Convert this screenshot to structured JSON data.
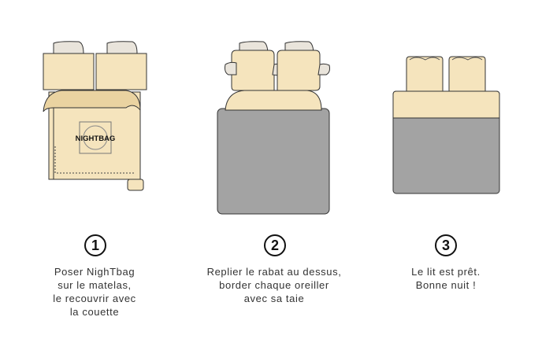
{
  "colors": {
    "cream": "#f5e4bd",
    "cream_dark": "#ead3a1",
    "grey_duvet": "#a3a3a3",
    "pillow_inner": "#e9e4db",
    "outline": "#333333"
  },
  "steps": [
    {
      "number": "1",
      "caption_lines": [
        "Poser NighTbag",
        "sur le matelas,",
        "le recouvrir avec",
        "la couette"
      ],
      "logo_text": "NIGHTBAG"
    },
    {
      "number": "2",
      "caption_lines": [
        "Replier le rabat au dessus,",
        "border chaque oreiller",
        "avec sa taie"
      ]
    },
    {
      "number": "3",
      "caption_lines": [
        "Le lit est prêt.",
        "Bonne nuit !"
      ]
    }
  ]
}
